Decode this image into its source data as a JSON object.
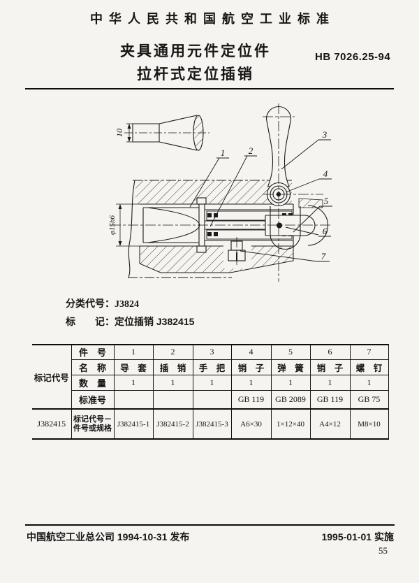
{
  "page": {
    "background": "#f5f4f1",
    "ink": "#161616"
  },
  "header": {
    "org_title": "中华人民共和国航空工业标准"
  },
  "title_block": {
    "line1": "夹具通用元件定位件",
    "line2": "拉杆式定位插销",
    "standard_no": "HB 7026.25-94"
  },
  "drawing": {
    "detail_dim": "10",
    "diameter_dim": "φ15h6",
    "callouts": [
      "1",
      "2",
      "3",
      "4",
      "5",
      "6",
      "7"
    ]
  },
  "classification": {
    "class_label": "分类代号：",
    "class_value": "J3824",
    "mark_label": "标　　记：",
    "mark_value": "定位插销 J382415"
  },
  "parts_table": {
    "group_label": "标记代号",
    "marking_code": "J382415",
    "row_item": {
      "header": "件　号",
      "values": [
        "1",
        "2",
        "3",
        "4",
        "5",
        "6",
        "7"
      ]
    },
    "row_name": {
      "header": "名　称",
      "values": [
        "导　套",
        "插　销",
        "手　把",
        "销　子",
        "弹　簧",
        "销　子",
        "螺　钉"
      ]
    },
    "row_qty": {
      "header": "数　量",
      "values": [
        "1",
        "1",
        "1",
        "1",
        "1",
        "1",
        "1"
      ]
    },
    "row_std": {
      "header": "标准号",
      "values": [
        "",
        "",
        "",
        "GB 119",
        "GB 2089",
        "GB 119",
        "GB 75"
      ]
    },
    "row_spec": {
      "header_line1": "标记代号－",
      "header_line2": "件号或规格",
      "values": [
        "J382415-1",
        "J382415-2",
        "J382415-3",
        "A6×30",
        "1×12×40",
        "A4×12",
        "M8×10"
      ]
    }
  },
  "footer": {
    "issue": "中国航空工业总公司 1994-10-31 发布",
    "implement": "1995-01-01 实施",
    "page_number": "55"
  }
}
